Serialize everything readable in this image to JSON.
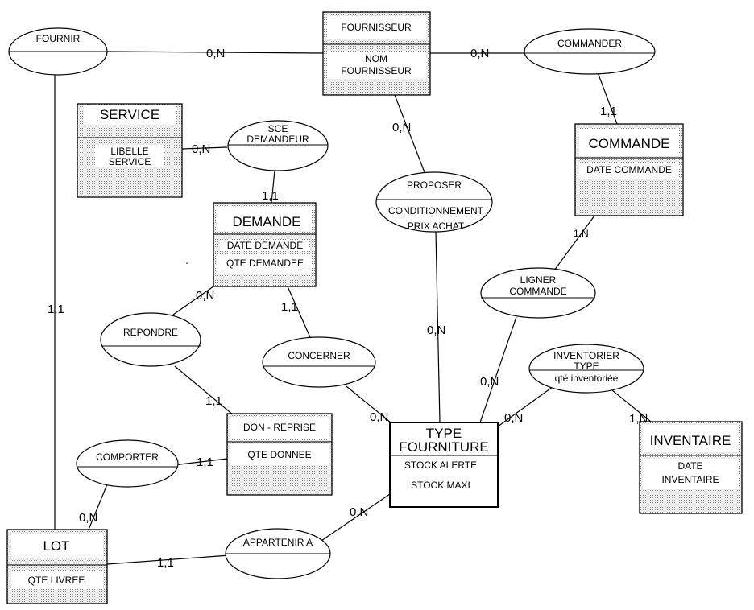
{
  "colors": {
    "line": "#000000",
    "background": "#ffffff",
    "pattern": "#777777"
  },
  "entities": {
    "fournisseur": {
      "title": "FOURNISSEUR",
      "attrs": [
        "NOM",
        "FOURNISSEUR"
      ]
    },
    "service": {
      "title": "SERVICE",
      "attrs": [
        "LIBELLE",
        "SERVICE"
      ]
    },
    "commande": {
      "title": "COMMANDE",
      "attrs": [
        "DATE COMMANDE"
      ]
    },
    "demande": {
      "title": "DEMANDE",
      "attrs": [
        "DATE DEMANDE",
        "QTE DEMANDEE"
      ]
    },
    "don_reprise": {
      "title": "DON - REPRISE",
      "attrs": [
        "QTE DONNEE"
      ]
    },
    "type_fourniture": {
      "title": [
        "TYPE",
        "FOURNITURE"
      ],
      "attrs": [
        "STOCK ALERTE",
        "STOCK MAXI"
      ]
    },
    "inventaire": {
      "title": "INVENTAIRE",
      "attrs": [
        "DATE",
        "INVENTAIRE"
      ]
    },
    "lot": {
      "title": "LOT",
      "attrs": [
        "QTE LIVREE"
      ]
    }
  },
  "relations": {
    "fournir": {
      "name": [
        "FOURNIR"
      ],
      "attrs": []
    },
    "commander": {
      "name": [
        "COMMANDER"
      ],
      "attrs": []
    },
    "sce_demandeur": {
      "name": [
        "SCE",
        "DEMANDEUR"
      ],
      "attrs": []
    },
    "proposer": {
      "name": [
        "PROPOSER"
      ],
      "attrs": [
        "CONDITIONNEMENT",
        "PRIX ACHAT"
      ]
    },
    "ligner_commande": {
      "name": [
        "LIGNER",
        "COMMANDE"
      ],
      "attrs": []
    },
    "repondre": {
      "name": [
        "REPONDRE"
      ],
      "attrs": []
    },
    "concerner": {
      "name": [
        "CONCERNER"
      ],
      "attrs": []
    },
    "inventorier": {
      "name": [
        "INVENTORIER",
        "TYPE"
      ],
      "attrs": [
        "qté inventoriée"
      ]
    },
    "comporter": {
      "name": [
        "COMPORTER"
      ],
      "attrs": []
    },
    "appartenir": {
      "name": [
        "APPARTENIR A"
      ],
      "attrs": []
    }
  },
  "cardinalities": {
    "fournir_fournisseur": "0,N",
    "commander_fournisseur": "0,N",
    "commander_commande": "1,1",
    "proposer_fournisseur": "0,N",
    "sce_service": "0,N",
    "sce_demande": "1,1",
    "ligner_commande": "1,N",
    "ligner_type": "0,N",
    "proposer_type": "0,N",
    "repondre_demande": "0,N",
    "concerner_demande": "1,1",
    "repondre_don": "1,1",
    "concerner_type": "0,N",
    "inventorier_type": "0,N",
    "inventorier_inventaire": "1,N",
    "comporter_don": "1,1",
    "comporter_lot": "0,N",
    "fournir_lot": "1,1",
    "appartenir_type": "0,N",
    "appartenir_lot": "1,1"
  }
}
